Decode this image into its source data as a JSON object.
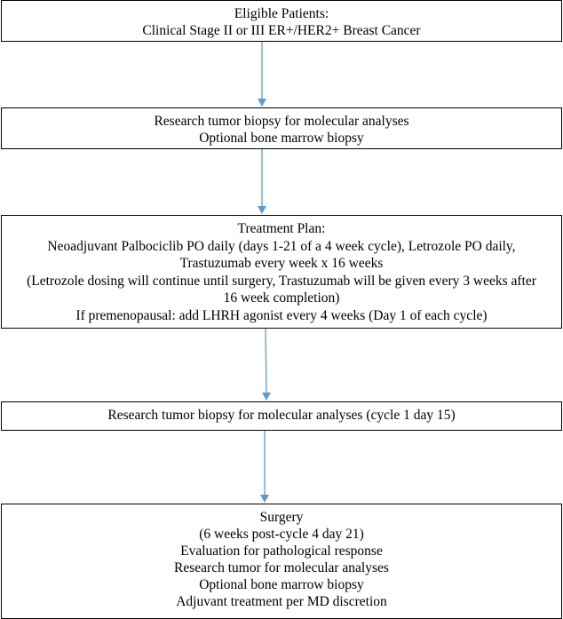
{
  "flowchart": {
    "box1": {
      "lines": [
        "Eligible Patients:",
        "Clinical Stage II or III ER+/HER2+ Breast Cancer"
      ]
    },
    "box2": {
      "lines": [
        "Research tumor biopsy for molecular analyses",
        "Optional bone marrow biopsy"
      ]
    },
    "box3": {
      "lines": [
        "Treatment Plan:",
        "Neoadjuvant Palbociclib PO daily (days 1-21 of a 4 week cycle), Letrozole PO daily,",
        "Trastuzumab every week x 16 weeks",
        "(Letrozole dosing will continue until surgery, Trastuzumab will be given every 3 weeks after",
        "16 week completion)",
        "If premenopausal: add LHRH agonist every 4 weeks (Day 1 of each cycle)"
      ]
    },
    "box4": {
      "lines": [
        "Research tumor biopsy for molecular analyses (cycle 1 day 15)"
      ]
    },
    "box5": {
      "lines": [
        "Surgery",
        "(6 weeks post-cycle 4 day 21)",
        "Evaluation for pathological response",
        "Research tumor for molecular analyses",
        "Optional bone marrow biopsy",
        "Adjuvant treatment per MD discretion"
      ]
    },
    "arrow_color": "#5b9bd5"
  }
}
